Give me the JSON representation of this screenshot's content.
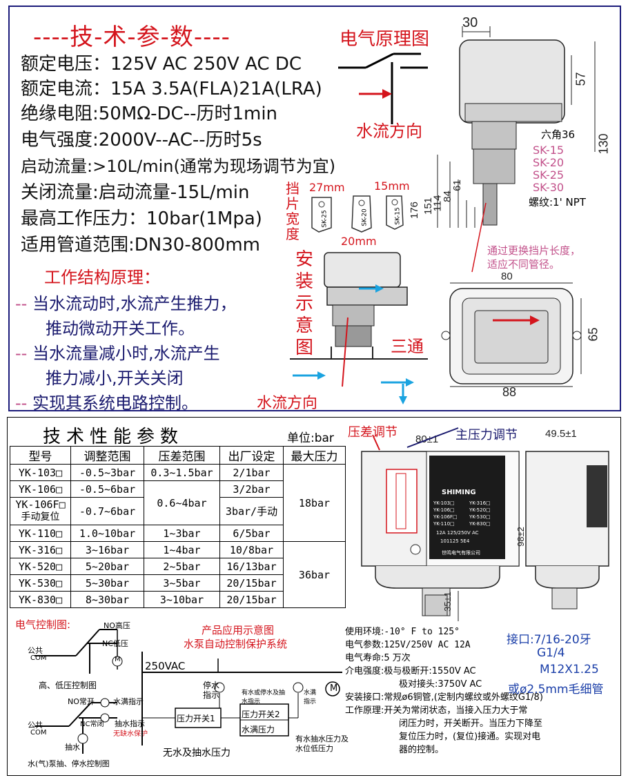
{
  "top": {
    "title": "----技-术-参-数----",
    "specs": [
      "额定电压：125V AC 250V AC DC",
      "额定电流：15A 3.5A(FLA)21A(LRA)",
      "绝缘电阻:50MΩ-DC--历时1min",
      "电气强度:2000V--AC--历时5s",
      "启动流量:>10L/min(通常为现场调节为宜)",
      "关闭流量:启动流量-15L/min",
      "最高工作压力：10bar(1Mpa)",
      "适用管道范围:DN30-800mm"
    ],
    "principle_title": "工作结构原理：",
    "principle_lines": [
      {
        "prefix": "--",
        "text": "当水流动时,水流产生推力，"
      },
      {
        "prefix": "",
        "text": "推动微动开关工作。"
      },
      {
        "prefix": "--",
        "text": "当水流量减小时,水流产生"
      },
      {
        "prefix": "",
        "text": "推力减小,开关关闭"
      },
      {
        "prefix": "--",
        "text": "实现其系统电路控制。"
      }
    ],
    "circuit_title": "电气原理图",
    "flow_direction": "水流方向",
    "paddle_width": "挡片宽度",
    "paddle_sizes": [
      "27mm",
      "15mm",
      "20mm"
    ],
    "paddle_tags": [
      "SK-25",
      "SK-20",
      "SK-15"
    ],
    "install_label": "安装示意图",
    "tee_label": "三通",
    "flow_direction_2": "水流方向",
    "dims": {
      "d30": "30",
      "d57": "57",
      "d130": "130",
      "hex": "六角36",
      "d176": "176",
      "d151": "151",
      "d114": "114",
      "d84": "84",
      "d61": "61",
      "d80": "80",
      "d65": "65",
      "d88": "88"
    },
    "models": [
      "SK-15",
      "SK-20",
      "SK-25",
      "SK-30"
    ],
    "thread": "螺纹:1' NPT",
    "note": [
      "通过更换挡片长度，",
      "适应不同管径。"
    ]
  },
  "bottom": {
    "title": "技术性能参数",
    "unit": "单位:bar",
    "headers": [
      "型号",
      "调整范围",
      "压差范围",
      "出厂设定",
      "最大压力"
    ],
    "rows": [
      [
        "YK-103□",
        "-0.5~3bar",
        "0.3~1.5bar",
        "2/1bar"
      ],
      [
        "YK-106□",
        "-0.5~6bar",
        "",
        "3/2bar"
      ],
      [
        "YK-106F□",
        "-0.7~6bar",
        "0.6~4bar",
        "3bar/手动"
      ],
      [
        "YK-110□",
        "1.0~10bar",
        "1~3bar",
        "6/5bar"
      ],
      [
        "YK-316□",
        "3~16bar",
        "1~4bar",
        "10/8bar"
      ],
      [
        "YK-520□",
        "5~20bar",
        "2~5bar",
        "16/13bar"
      ],
      [
        "YK-530□",
        "5~30bar",
        "3~5bar",
        "20/15bar"
      ],
      [
        "YK-830□",
        "8~30bar",
        "3~10bar",
        "20/15bar"
      ]
    ],
    "row3_sub": "手动复位",
    "max_18": "18bar",
    "max_36": "36bar",
    "diff_adjust": "压差调节",
    "main_adjust": "主压力调节",
    "dim_80": "80±1",
    "dim_495": "49.5±1",
    "dim_98": "98±2",
    "dim_35": "35±1",
    "brand": "SHIMING",
    "device_models_left": [
      "YK-103□",
      "YK-106□",
      "YK-106F□",
      "YK-110□"
    ],
    "device_models_right": [
      "YK-316□",
      "YK-520□",
      "YK-530□",
      "YK-830□"
    ],
    "device_rating": "12A 125/250V AC",
    "device_code": "101125 5E4",
    "device_maker": "世鸣电气有限公司",
    "elec_title": "电气控制图:",
    "elec1": {
      "no": "NO高压",
      "nc": "NC低压",
      "common": "公共",
      "com": "COM",
      "m": "M",
      "caption": "高、低压控制图"
    },
    "elec2": {
      "no": "NO常开",
      "nc": "NC常闭",
      "common": "公共",
      "com": "COM",
      "pump": "抽水",
      "full": "水满指示",
      "pump_ind": "抽水指示",
      "nowater": "无缺水保护",
      "caption": "水(气)泵抽、停水控制图"
    },
    "app_title": [
      "产品应用示意图",
      "水泵自动控制保护系统"
    ],
    "app": {
      "v": "250VAC",
      "stop": "停水指示",
      "sw1": "压力开关1",
      "sw2": "压力开关2",
      "full": "水满压力",
      "mid": "有水或停水及抽水指示",
      "fullind": "水满指示",
      "m": "M",
      "bottom1": "无水及抽水压力",
      "bottom2": "有水抽水压力及水位低压力"
    },
    "specs": [
      {
        "label": "使用环境:",
        "value": "-10° F to 125°"
      },
      {
        "label": "电气参数:",
        "value": "125V/250V AC   12A"
      },
      {
        "label": "电气寿命:",
        "value": "5 万次"
      },
      {
        "label": "介电强度:",
        "value": "极与极断开:1550V AC"
      },
      {
        "label": "",
        "value": "极对接头:3750V AC"
      },
      {
        "label": "安装接口:",
        "value": "常规ø6铜管,(定制内螺纹或外螺纹G1/8)"
      },
      {
        "label": "工作原理:",
        "value": "开关为常闭状态，当接入压力大于常"
      }
    ],
    "principle_rest": [
      "闭压力时，开关断开。当压力下降至",
      "复位压力时，(复位)接通。实现对电",
      "器的控制。"
    ],
    "port": [
      "接口:7/16-20牙",
      "G1/4",
      "M12X1.25",
      "或ø2.5mm毛细管"
    ]
  },
  "colors": {
    "navy": "#1a1a6e",
    "red": "#d4141c",
    "pink": "#c2508a",
    "blue_arrow": "#1aa3e0",
    "device_gray": "#f2f2f2",
    "black_box": "#1b1b1b"
  }
}
